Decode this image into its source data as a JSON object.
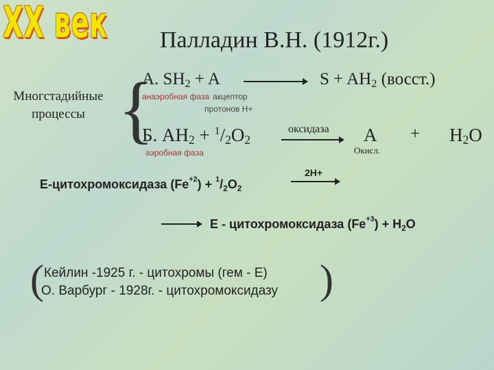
{
  "logo": "XX век",
  "title": "Палладин В.Н. (1912г.)",
  "left_label": "Многстадийные процессы",
  "line_a": {
    "label": "А. SH",
    "sub": "2",
    "rest": " + A",
    "product": "S + AH",
    "product_sub": "2",
    "product_rest": " (восст.)"
  },
  "anaerobic": "анаэробная фаза",
  "acceptor": "акцептор",
  "protons": "протонов H+",
  "line_b": {
    "label": "Б. AH",
    "sub": "2",
    "plus": " + ",
    "frac_num": "1",
    "frac_den": "2",
    "o": "O",
    "o_sub": "2"
  },
  "oxidase": "оксидаза",
  "b_product": "A",
  "b_product_note": "Окисл.",
  "plus": "+",
  "water": "H",
  "water_sub": "2",
  "water_o": "O",
  "aerobic": "аэробная фаза",
  "cyto_line1": {
    "text": "Е-цитохромоксидаза (Fe",
    "sup": "+2",
    "rest": ") + ",
    "num": "1",
    "den": "2",
    "o": "O",
    "o_sub": "2"
  },
  "arrow_2h": "2H+",
  "cyto_line2": {
    "text": "Е - цитохромоксидаза (Fe",
    "sup": "+3",
    "rest": ") + ",
    "h": "H",
    "h_sub": "2",
    "o": "O"
  },
  "refs": [
    "Кейлин -1925 г. - цитохромы (гем - Е)",
    "О. Варбург - 1928г. - цитохромоксидазу"
  ]
}
